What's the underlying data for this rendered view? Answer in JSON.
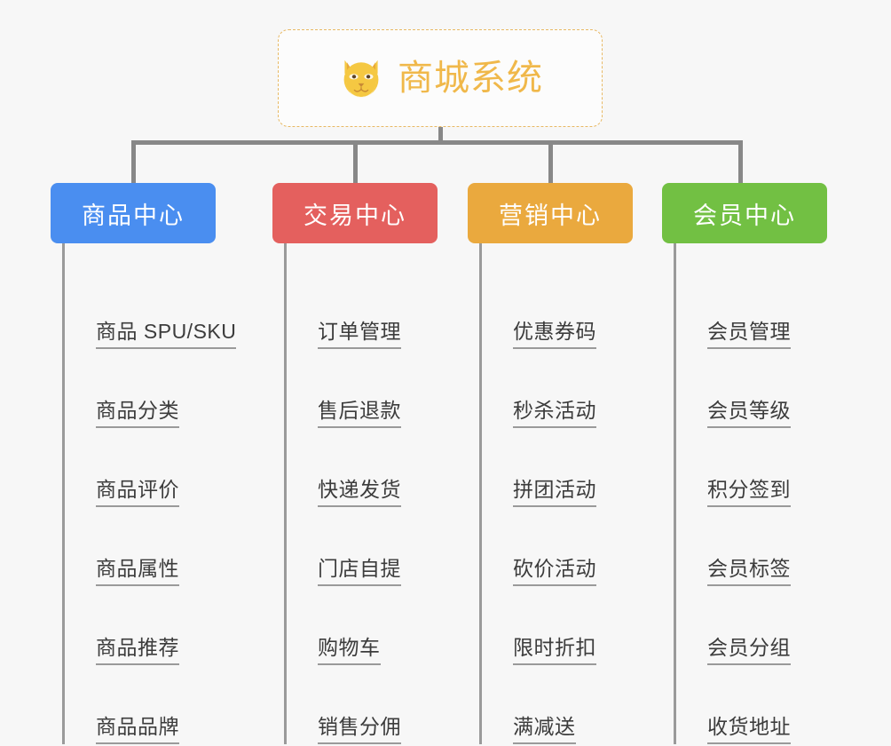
{
  "root": {
    "title": "商城系统",
    "icon": "shiba-dog-icon",
    "border_color": "#e8b964",
    "text_color": "#f0b84a",
    "background": "#fcfcfc"
  },
  "canvas": {
    "background": "#f7f7f7",
    "connector_color": "#888888"
  },
  "branches": [
    {
      "label": "商品中心",
      "color": "#4a8ef0",
      "items": [
        "商品 SPU/SKU",
        "商品分类",
        "商品评价",
        "商品属性",
        "商品推荐",
        "商品品牌"
      ]
    },
    {
      "label": "交易中心",
      "color": "#e4605e",
      "items": [
        "订单管理",
        "售后退款",
        "快递发货",
        "门店自提",
        "购物车",
        "销售分佣"
      ]
    },
    {
      "label": "营销中心",
      "color": "#eaa93e",
      "items": [
        "优惠券码",
        "秒杀活动",
        "拼团活动",
        "砍价活动",
        "限时折扣",
        "满减送"
      ]
    },
    {
      "label": "会员中心",
      "color": "#72c043",
      "items": [
        "会员管理",
        "会员等级",
        "积分签到",
        "会员标签",
        "会员分组",
        "收货地址"
      ]
    }
  ]
}
